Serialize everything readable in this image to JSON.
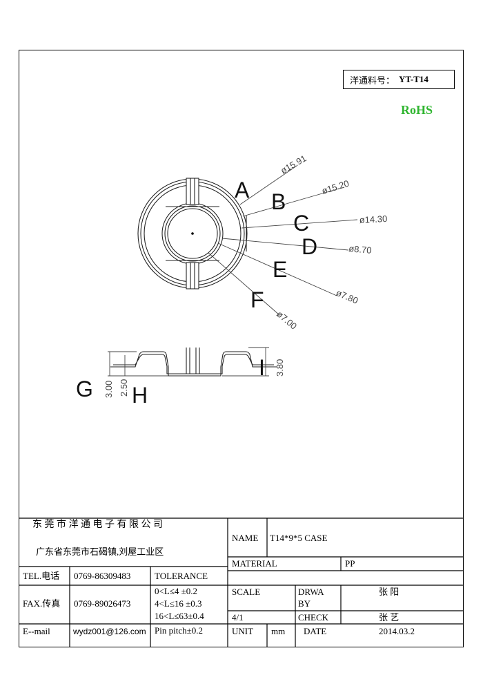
{
  "part_label": "洋通料号：",
  "part_number": "YT-T14",
  "rohs": "RoHS",
  "dimensions": {
    "A": {
      "letter": "A",
      "value": "ø15.91"
    },
    "B": {
      "letter": "B",
      "value": "ø15.20"
    },
    "C": {
      "letter": "C",
      "value": "ø14.30"
    },
    "D": {
      "letter": "D",
      "value": "ø8.70"
    },
    "E": {
      "letter": "E",
      "value": "ø7.80"
    },
    "F": {
      "letter": "F",
      "value": "ø7.00"
    },
    "G": {
      "letter": "G",
      "value": "3.00"
    },
    "H": {
      "letter": "H",
      "value": "2.50"
    },
    "I": {
      "letter": "I",
      "value": "3.80"
    }
  },
  "title_block": {
    "company": "东 莞 市 洋 通 电 子 有 限 公 司",
    "address": "广东省东莞市石碣镇,刘屋工业区",
    "tel_label": "TEL.电话",
    "tel": "0769-86309483",
    "fax_label": "FAX.传真",
    "fax": "0769-89026473",
    "email_label": "E--mail",
    "email": "wydz001@126.com",
    "name_label": "NAME",
    "name": "T14*9*5 CASE",
    "material_label": "MATERIAL",
    "material": "PP",
    "tolerance_label": "TOLERANCE",
    "tolerances": [
      "0<L≤4   ±0.2",
      "4<L≤16  ±0.3",
      "16<L≤63±0.4",
      "Pin pitch±0.2"
    ],
    "scale_label": "SCALE",
    "scale": "4/1",
    "drawn_label_1": "DRWA",
    "drawn_label_2": "BY",
    "drawn_by": "张 阳",
    "check_label": "CHECK",
    "checked_by": "张 艺",
    "unit_label": "UNIT",
    "unit": "mm",
    "date_label": "DATE",
    "date": "2014.03.2"
  }
}
